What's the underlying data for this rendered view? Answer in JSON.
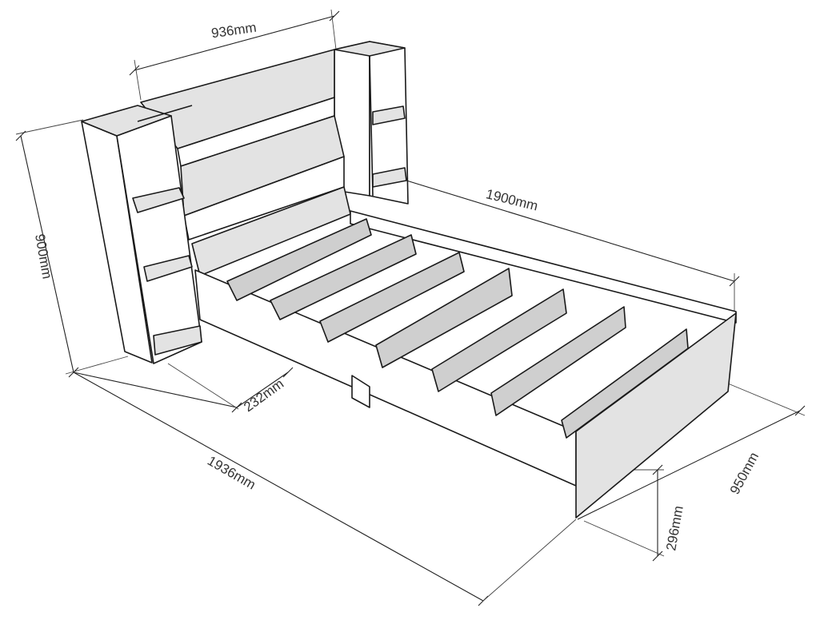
{
  "dimensions": {
    "headboard_width": "936mm",
    "bed_length": "1900mm",
    "height": "900mm",
    "shelf_depth": "232mm",
    "total_length": "1936mm",
    "total_width": "950mm",
    "frame_height": "296mm"
  }
}
